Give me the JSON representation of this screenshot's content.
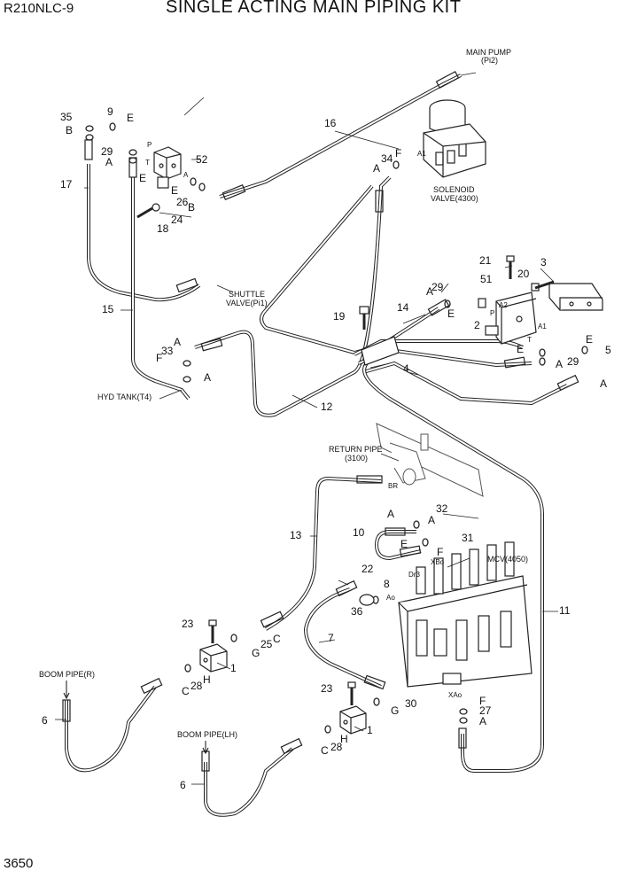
{
  "header": {
    "model": "R210NLC-9",
    "title": "SINGLE ACTING MAIN PIPING KIT"
  },
  "footer": {
    "page_number": "3650"
  },
  "callouts": {
    "n1": "1",
    "n2": "2",
    "n3": "3",
    "n4": "4",
    "n5": "5",
    "n6": "6",
    "n7": "7",
    "n8": "8",
    "n9": "9",
    "n10": "10",
    "n11": "11",
    "n12": "12",
    "n13": "13",
    "n14": "14",
    "n15": "15",
    "n16": "16",
    "n17": "17",
    "n18": "18",
    "n19": "19",
    "n20": "20",
    "n21": "21",
    "n22": "22",
    "n23": "23",
    "n24": "24",
    "n25": "25",
    "n26": "26",
    "n27": "27",
    "n28": "28",
    "n29": "29",
    "n30": "30",
    "n31": "31",
    "n32": "32",
    "n33": "33",
    "n34": "34",
    "n35": "35",
    "n36": "36",
    "n51": "51",
    "n52": "52"
  },
  "letters": {
    "A": "A",
    "B": "B",
    "C": "C",
    "E": "E",
    "F": "F",
    "G": "G",
    "H": "H"
  },
  "ports": {
    "P": "P",
    "T": "T",
    "A": "A",
    "A1": "A1",
    "A2": "A2",
    "BR": "BR",
    "Dr3": "Dr3",
    "XBo": "XBo",
    "XAo": "XAo",
    "Ao": "Ao"
  },
  "labels": {
    "main_pump": "MAIN PUMP",
    "main_pump_port": "(Pi2)",
    "solenoid_valve": "SOLENOID",
    "solenoid_valve_ref": "VALVE(4300)",
    "shuttle_valve": "SHUTTLE",
    "shuttle_valve_port": "VALVE(Pi1)",
    "hyd_tank": "HYD TANK(T4)",
    "return_pipe": "RETURN PIPE",
    "return_pipe_ref": "(3100)",
    "mcv": "MCV(4050)",
    "boom_pipe_r": "BOOM PIPE(R)",
    "boom_pipe_lh": "BOOM PIPE(LH)"
  }
}
